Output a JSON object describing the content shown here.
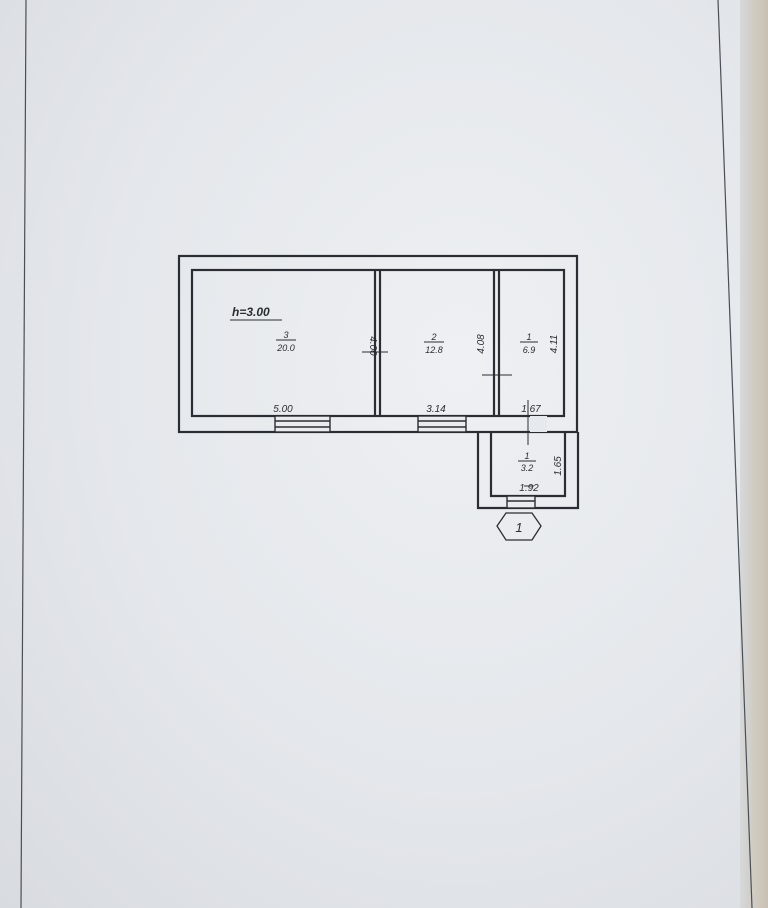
{
  "plan": {
    "height_label": "h=3.00",
    "rooms": [
      {
        "number": "3",
        "area": "20.0",
        "side_dim": "4.00"
      },
      {
        "number": "2",
        "area": "12.8",
        "side_dim": "4.08"
      },
      {
        "number": "1",
        "area": "6.9",
        "side_dim": "4.11"
      },
      {
        "number": "1",
        "area": "3.2",
        "side_dim": "1.65"
      }
    ],
    "bottom_dims": [
      "5.00",
      "3.14",
      "1.67"
    ],
    "vestibule_width": "1.92",
    "section_mark": "1"
  },
  "colors": {
    "paper": "#e6e9ed",
    "ink": "#2a2d33"
  }
}
